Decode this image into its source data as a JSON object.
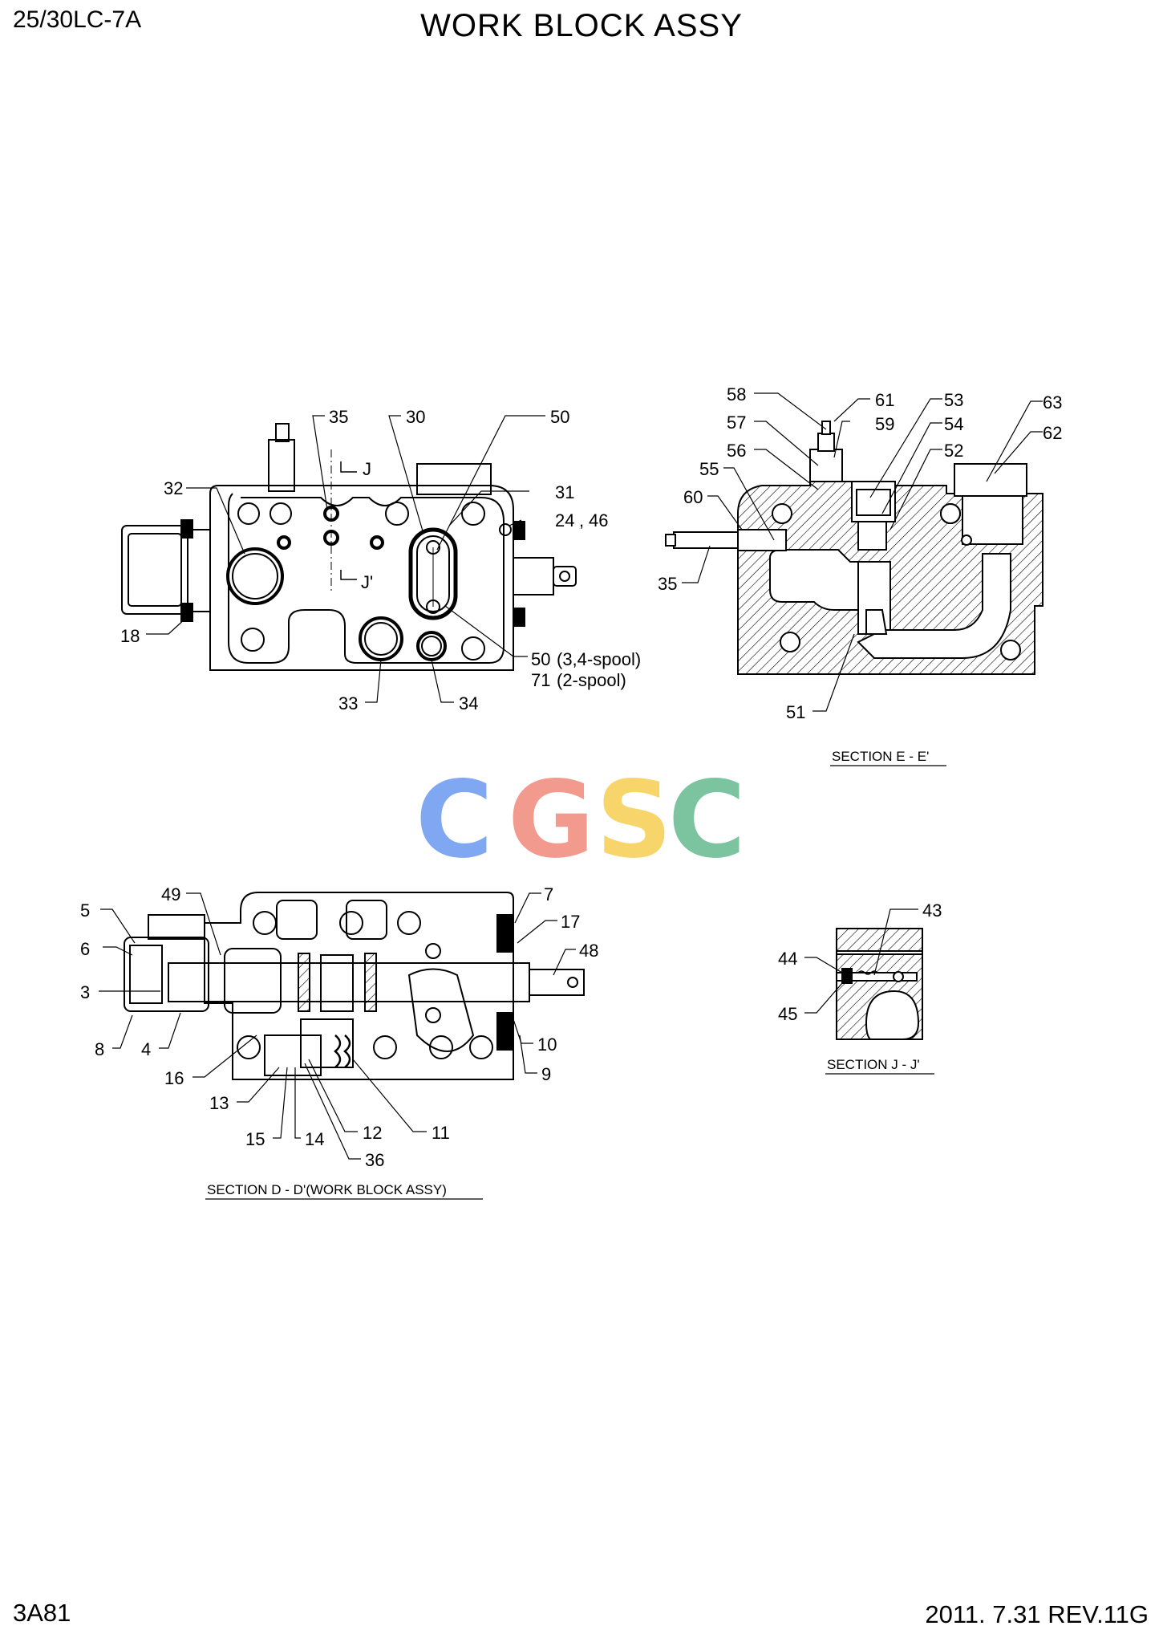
{
  "header": {
    "model": "25/30LC-7A",
    "title": "WORK BLOCK ASSY"
  },
  "footer": {
    "code": "3A81",
    "date_rev": "2011. 7.31  REV.11G"
  },
  "watermark": {
    "text": "CGSC",
    "colors": [
      "#7fa7f2",
      "#f29a8d",
      "#f7d56b",
      "#7cc49f"
    ]
  },
  "sections": {
    "e": "SECTION E - E'",
    "d": "SECTION D - D'(WORK BLOCK ASSY)",
    "j": "SECTION J - J'"
  },
  "view_marks": {
    "j": "J",
    "j_prime": "J'"
  },
  "top_view_labels": [
    "35",
    "30",
    "50",
    "32",
    "31",
    "24",
    "46",
    "18",
    "50",
    "(3,4-spool)",
    "71",
    "(2-spool)",
    "33",
    "34"
  ],
  "section_e_labels": [
    "58",
    "61",
    "53",
    "63",
    "57",
    "59",
    "54",
    "62",
    "56",
    "52",
    "55",
    "60",
    "35",
    "51"
  ],
  "section_d_labels": [
    "5",
    "49",
    "7",
    "17",
    "6",
    "48",
    "3",
    "8",
    "4",
    "10",
    "16",
    "9",
    "13",
    "12",
    "11",
    "15",
    "14",
    "36"
  ],
  "section_j_labels": [
    "43",
    "44",
    "45"
  ]
}
